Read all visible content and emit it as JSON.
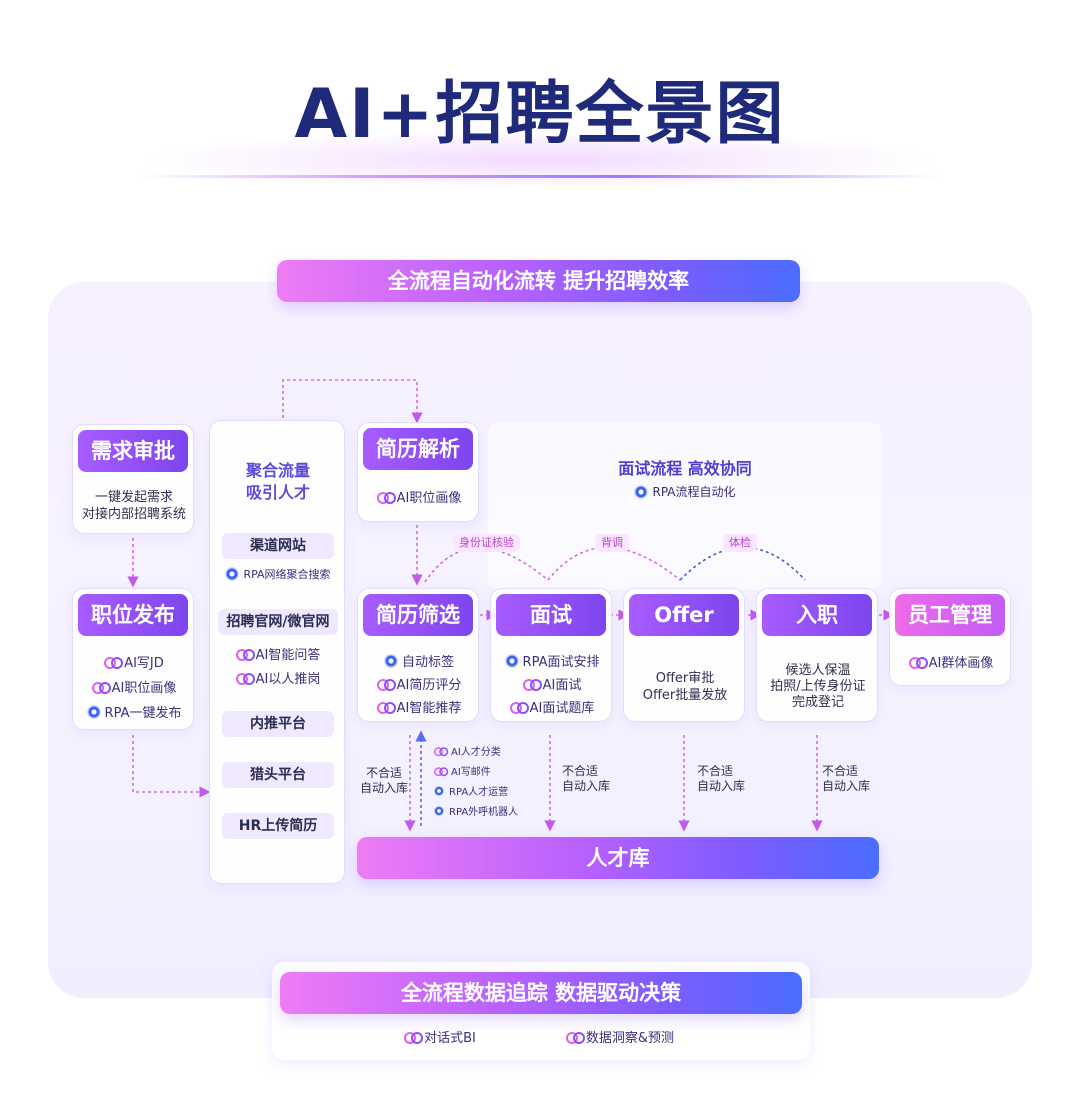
{
  "title": "AI+招聘全景图",
  "top_banner": "全流程自动化流转 提升招聘效率",
  "bottom_banner": "全流程数据追踪 数据驱动决策",
  "bottom_features": [
    "对话式BI",
    "数据洞察&预测"
  ],
  "talent_pool": "人才库",
  "demand": {
    "head": "需求审批",
    "lines": [
      "一键发起需求",
      "对接内部招聘系统"
    ]
  },
  "posting": {
    "head": "职位发布",
    "features": [
      {
        "icon": "ai-icon",
        "text": "AI写JD"
      },
      {
        "icon": "ai-icon",
        "text": "AI职位画像"
      },
      {
        "icon": "rpa-icon",
        "text": "RPA一键发布"
      }
    ]
  },
  "aggregate": {
    "title_line1": "聚合流量",
    "title_line2": "吸引人才",
    "channel": "渠道网站",
    "channel_feature": "RPA网络聚合搜索",
    "official": "招聘官网/微官网",
    "official_features": [
      "AI智能问答",
      "AI以人推岗"
    ],
    "referral": "内推平台",
    "headhunter": "猎头平台",
    "hr_upload": "HR上传简历"
  },
  "parse": {
    "head": "简历解析",
    "feature": "AI职位画像"
  },
  "interview_area": {
    "title": "面试流程 高效协同",
    "feature": "RPA流程自动化"
  },
  "tags": [
    "身份证核验",
    "背调",
    "体检"
  ],
  "screening": {
    "head": "简历筛选",
    "features": [
      {
        "icon": "rpa-icon",
        "text": "自动标签"
      },
      {
        "icon": "ai-icon",
        "text": "AI简历评分"
      },
      {
        "icon": "ai-icon",
        "text": "AI智能推荐"
      }
    ]
  },
  "interview": {
    "head": "面试",
    "features": [
      {
        "icon": "rpa-icon",
        "text": "RPA面试安排"
      },
      {
        "icon": "ai-icon",
        "text": "AI面试"
      },
      {
        "icon": "ai-icon",
        "text": "AI面试题库"
      }
    ]
  },
  "offer": {
    "head": "Offer",
    "lines": [
      "Offer审批",
      "Offer批量发放"
    ]
  },
  "onboard": {
    "head": "入职",
    "lines": [
      "候选人保温",
      "拍照/上传身份证",
      "完成登记"
    ]
  },
  "employee": {
    "head": "员工管理",
    "feature": "AI群体画像"
  },
  "reject_note": [
    "不合适",
    "自动入库"
  ],
  "pool_tools": [
    {
      "icon": "ai-icon",
      "text": "AI人才分类"
    },
    {
      "icon": "ai-icon",
      "text": "AI写邮件"
    },
    {
      "icon": "rpa-icon",
      "text": "RPA人才运营"
    },
    {
      "icon": "rpa-icon",
      "text": "RPA外呼机器人"
    }
  ]
}
